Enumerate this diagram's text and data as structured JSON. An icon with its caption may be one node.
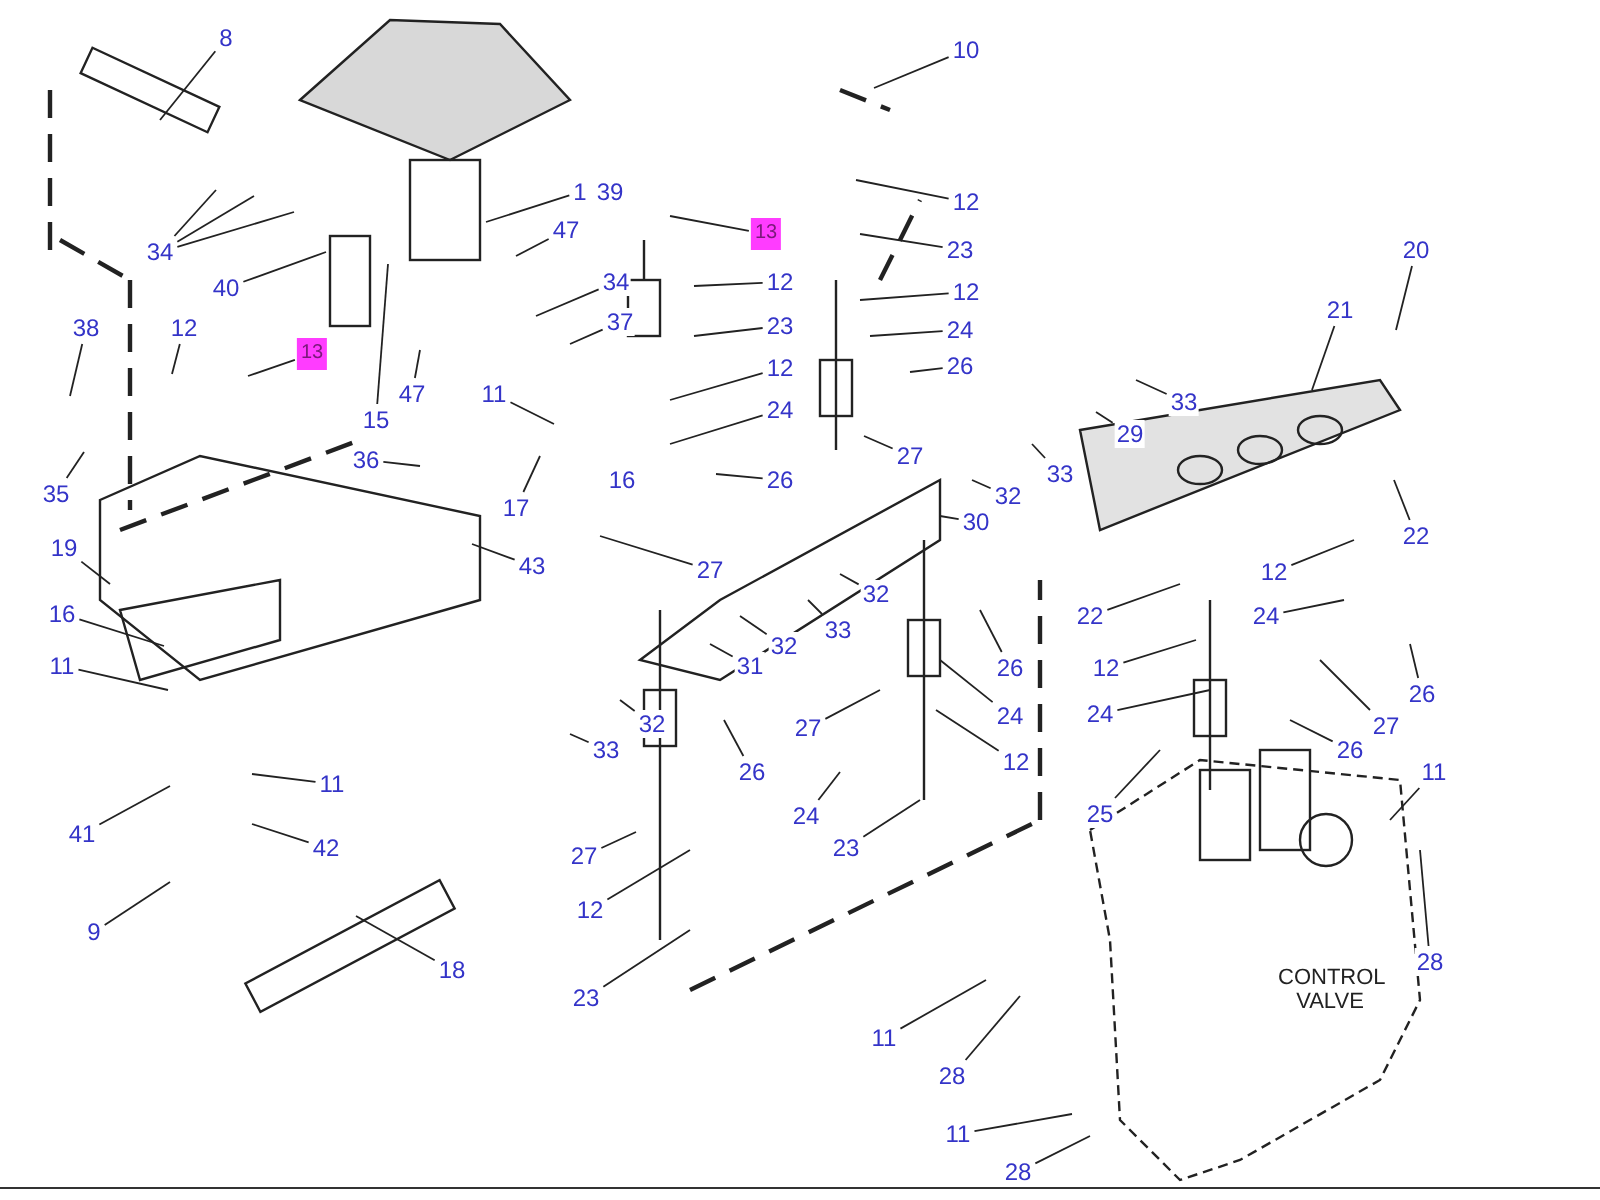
{
  "diagram": {
    "nodes": [
      {
        "text": [
          "8"
        ]
      },
      {
        "text": [
          "34"
        ]
      },
      {
        "text": [
          "40"
        ]
      },
      {
        "text": [
          "1"
        ]
      },
      {
        "text": [
          "47"
        ]
      },
      {
        "text": [
          "13"
        ]
      },
      {
        "text": [
          "34"
        ]
      },
      {
        "text": [
          "37"
        ]
      },
      {
        "text": [
          "12"
        ]
      },
      {
        "text": [
          "23"
        ]
      },
      {
        "text": [
          "12"
        ]
      },
      {
        "text": [
          "24"
        ]
      },
      {
        "text": [
          "26"
        ]
      },
      {
        "text": [
          "27"
        ]
      },
      {
        "text": [
          "38"
        ]
      },
      {
        "text": [
          "12"
        ]
      },
      {
        "text": [
          "13"
        ]
      },
      {
        "text": [
          "35"
        ]
      },
      {
        "text": [
          "15"
        ]
      },
      {
        "text": [
          "47"
        ]
      },
      {
        "text": [
          "11"
        ]
      },
      {
        "text": [
          "36"
        ]
      },
      {
        "text": [
          "17"
        ]
      },
      {
        "text": [
          "43"
        ]
      },
      {
        "text": [
          "19"
        ]
      },
      {
        "text": [
          "16"
        ]
      },
      {
        "text": [
          "11"
        ]
      },
      {
        "text": [
          "11"
        ]
      },
      {
        "text": [
          "41"
        ]
      },
      {
        "text": [
          "42"
        ]
      },
      {
        "text": [
          "9"
        ]
      },
      {
        "text": [
          "18"
        ]
      },
      {
        "text": [
          "10"
        ]
      },
      {
        "text": [
          "12"
        ]
      },
      {
        "text": [
          "23"
        ]
      },
      {
        "text": [
          "12"
        ]
      },
      {
        "text": [
          "24"
        ]
      },
      {
        "text": [
          "26"
        ]
      },
      {
        "text": [
          "27"
        ]
      },
      {
        "text": [
          "33"
        ]
      },
      {
        "text": [
          "29"
        ]
      },
      {
        "text": [
          "33"
        ]
      },
      {
        "text": [
          "32"
        ]
      },
      {
        "text": [
          "30"
        ]
      },
      {
        "text": [
          "21"
        ]
      },
      {
        "text": [
          "20"
        ]
      },
      {
        "text": [
          "22"
        ]
      },
      {
        "text": [
          "12"
        ]
      },
      {
        "text": [
          "22"
        ]
      },
      {
        "text": [
          "12"
        ]
      },
      {
        "text": [
          "24"
        ]
      },
      {
        "text": [
          "26"
        ]
      },
      {
        "text": [
          "24"
        ]
      },
      {
        "text": [
          "27"
        ]
      },
      {
        "text": [
          "26"
        ]
      },
      {
        "text": [
          "25"
        ]
      },
      {
        "text": [
          "11"
        ]
      },
      {
        "text": [
          "28"
        ]
      },
      {
        "text": [
          "11"
        ]
      },
      {
        "text": [
          "28"
        ]
      },
      {
        "text": [
          "11"
        ]
      },
      {
        "text": [
          "28"
        ]
      },
      {
        "text": [
          "32"
        ]
      },
      {
        "text": [
          "31"
        ]
      },
      {
        "text": [
          "32"
        ]
      },
      {
        "text": [
          "32"
        ]
      },
      {
        "text": [
          "33"
        ]
      },
      {
        "text": [
          "33"
        ]
      },
      {
        "text": [
          "27"
        ]
      },
      {
        "text": [
          "26"
        ]
      },
      {
        "text": [
          "24"
        ]
      },
      {
        "text": [
          "12"
        ]
      },
      {
        "text": [
          "23"
        ]
      },
      {
        "text": [
          "26"
        ]
      },
      {
        "text": [
          "24"
        ]
      },
      {
        "text": [
          "27"
        ]
      },
      {
        "text": [
          "12"
        ]
      },
      {
        "text": [
          "23"
        ]
      }
    ],
    "edges": [
      {
        "from": 0,
        "to": null,
        "arrow": "none"
      },
      {
        "from": 1,
        "to": null,
        "arrow": "none"
      },
      {
        "from": 1,
        "to": null,
        "arrow": "none"
      },
      {
        "from": 1,
        "to": null,
        "arrow": "none"
      },
      {
        "from": 2,
        "to": null,
        "arrow": "none"
      },
      {
        "from": 3,
        "to": null,
        "arrow": "none"
      },
      {
        "from": 4,
        "to": null,
        "arrow": "none"
      },
      {
        "from": 5,
        "to": null,
        "arrow": "none"
      },
      {
        "from": 6,
        "to": null,
        "arrow": "none"
      },
      {
        "from": 7,
        "to": null,
        "arrow": "none"
      },
      {
        "from": 8,
        "to": null,
        "arrow": "none"
      },
      {
        "from": 9,
        "to": null,
        "arrow": "none"
      },
      {
        "from": 10,
        "to": null,
        "arrow": "none"
      },
      {
        "from": 11,
        "to": null,
        "arrow": "none"
      },
      {
        "from": 12,
        "to": null,
        "arrow": "none"
      },
      {
        "from": 13,
        "to": null,
        "arrow": "none"
      },
      {
        "from": 14,
        "to": null,
        "arrow": "none"
      },
      {
        "from": 15,
        "to": null,
        "arrow": "none"
      },
      {
        "from": 16,
        "to": null,
        "arrow": "none"
      },
      {
        "from": 17,
        "to": null,
        "arrow": "none"
      },
      {
        "from": 18,
        "to": null,
        "arrow": "none"
      },
      {
        "from": 19,
        "to": null,
        "arrow": "none"
      },
      {
        "from": 20,
        "to": null,
        "arrow": "none"
      },
      {
        "from": 21,
        "to": null,
        "arrow": "none"
      },
      {
        "from": 22,
        "to": null,
        "arrow": "none"
      },
      {
        "from": 23,
        "to": null,
        "arrow": "none"
      },
      {
        "from": 24,
        "to": null,
        "arrow": "none"
      },
      {
        "from": 25,
        "to": null,
        "arrow": "none"
      },
      {
        "from": 26,
        "to": null,
        "arrow": "none"
      },
      {
        "from": 27,
        "to": null,
        "arrow": "none"
      },
      {
        "from": 28,
        "to": null,
        "arrow": "none"
      },
      {
        "from": 29,
        "to": null,
        "arrow": "none"
      },
      {
        "from": 30,
        "to": null,
        "arrow": "none"
      },
      {
        "from": 31,
        "to": null,
        "arrow": "none"
      },
      {
        "from": 32,
        "to": null,
        "arrow": "none"
      },
      {
        "from": 33,
        "to": null,
        "arrow": "none"
      },
      {
        "from": 34,
        "to": null,
        "arrow": "none"
      },
      {
        "from": 35,
        "to": null,
        "arrow": "none"
      },
      {
        "from": 36,
        "to": null,
        "arrow": "none"
      },
      {
        "from": 37,
        "to": null,
        "arrow": "none"
      },
      {
        "from": 38,
        "to": null,
        "arrow": "none"
      },
      {
        "from": 39,
        "to": null,
        "arrow": "none"
      },
      {
        "from": 40,
        "to": null,
        "arrow": "none"
      },
      {
        "from": 41,
        "to": null,
        "arrow": "none"
      },
      {
        "from": 42,
        "to": null,
        "arrow": "none"
      },
      {
        "from": 43,
        "to": null,
        "arrow": "none"
      },
      {
        "from": 44,
        "to": null,
        "arrow": "none"
      },
      {
        "from": 45,
        "to": null,
        "arrow": "none"
      },
      {
        "from": 46,
        "to": null,
        "arrow": "none"
      },
      {
        "from": 47,
        "to": null,
        "arrow": "none"
      },
      {
        "from": 48,
        "to": null,
        "arrow": "none"
      },
      {
        "from": 49,
        "to": null,
        "arrow": "none"
      },
      {
        "from": 50,
        "to": null,
        "arrow": "none"
      },
      {
        "from": 51,
        "to": null,
        "arrow": "none"
      },
      {
        "from": 52,
        "to": null,
        "arrow": "none"
      },
      {
        "from": 53,
        "to": null,
        "arrow": "none"
      },
      {
        "from": 54,
        "to": null,
        "arrow": "none"
      },
      {
        "from": 55,
        "to": null,
        "arrow": "none"
      },
      {
        "from": 56,
        "to": null,
        "arrow": "none"
      },
      {
        "from": 57,
        "to": null,
        "arrow": "none"
      },
      {
        "from": 58,
        "to": null,
        "arrow": "none"
      },
      {
        "from": 59,
        "to": null,
        "arrow": "none"
      },
      {
        "from": 60,
        "to": null,
        "arrow": "none"
      },
      {
        "from": 61,
        "to": null,
        "arrow": "none"
      },
      {
        "from": 62,
        "to": null,
        "arrow": "none"
      },
      {
        "from": 63,
        "to": null,
        "arrow": "none"
      },
      {
        "from": 64,
        "to": null,
        "arrow": "none"
      },
      {
        "from": 65,
        "to": null,
        "arrow": "none"
      },
      {
        "from": 66,
        "to": null,
        "arrow": "none"
      },
      {
        "from": 67,
        "to": null,
        "arrow": "none"
      },
      {
        "from": 68,
        "to": null,
        "arrow": "none"
      },
      {
        "from": 69,
        "to": null,
        "arrow": "none"
      },
      {
        "from": 70,
        "to": null,
        "arrow": "none"
      },
      {
        "from": 71,
        "to": null,
        "arrow": "none"
      },
      {
        "from": 72,
        "to": null,
        "arrow": "none"
      },
      {
        "from": 73,
        "to": null,
        "arrow": "none"
      },
      {
        "from": 74,
        "to": null,
        "arrow": "none"
      },
      {
        "from": 75,
        "to": null,
        "arrow": "none"
      },
      {
        "from": 76,
        "to": null,
        "arrow": "none"
      },
      {
        "from": 77,
        "to": null,
        "arrow": "none"
      }
    ],
    "labels": [
      "39",
      "16",
      "CONTROL VALVE"
    ]
  }
}
